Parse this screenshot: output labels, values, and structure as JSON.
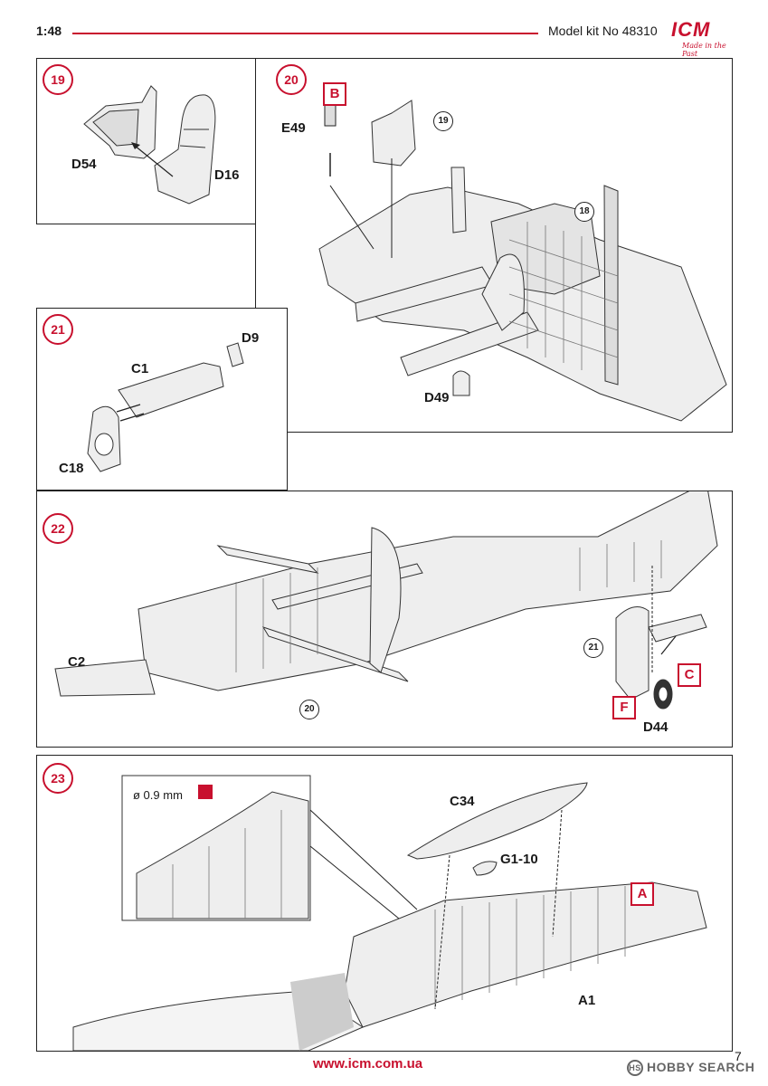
{
  "header": {
    "scale": "1:48",
    "kit": "Model kit No 48310",
    "logo": "ICM",
    "logo_sub": "Made in the Past"
  },
  "steps": {
    "s19": {
      "num": "19",
      "parts": [
        "D54",
        "D16"
      ]
    },
    "s20": {
      "num": "20",
      "callout": "B",
      "parts": [
        "E49",
        "D49"
      ],
      "refs": [
        "19",
        "18"
      ]
    },
    "s21": {
      "num": "21",
      "parts": [
        "D9",
        "C1",
        "C18"
      ]
    },
    "s22": {
      "num": "22",
      "parts": [
        "C2",
        "D44"
      ],
      "refs": [
        "21",
        "20"
      ],
      "callouts": [
        "C",
        "F"
      ]
    },
    "s23": {
      "num": "23",
      "drill": "ø 0.9 mm",
      "parts": [
        "C34",
        "G1-10",
        "A1"
      ],
      "callout": "A"
    }
  },
  "footer": {
    "url": "www.icm.com.ua",
    "page": "7",
    "watermark": "HOBBY SEARCH",
    "watermark_mark": "HS"
  }
}
